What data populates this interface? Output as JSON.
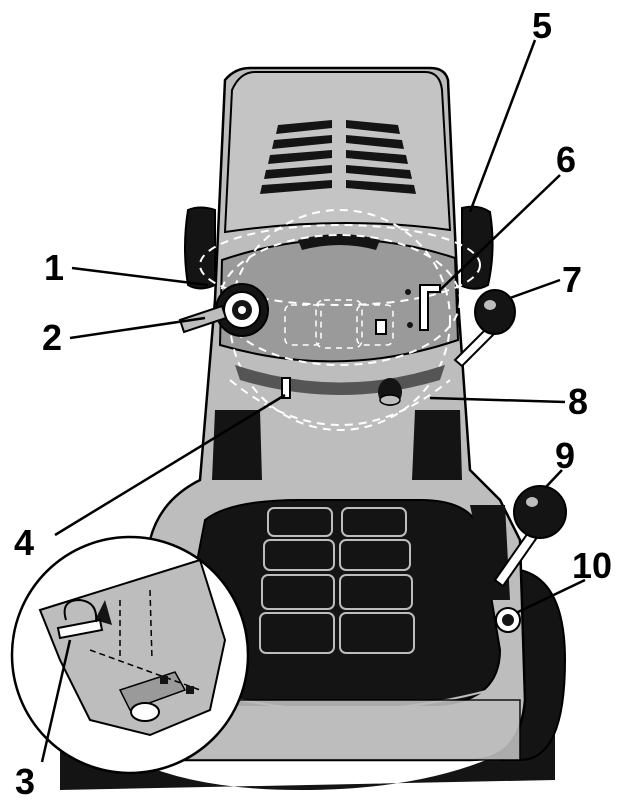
{
  "callouts": [
    {
      "id": "1",
      "label": "1"
    },
    {
      "id": "2",
      "label": "2"
    },
    {
      "id": "3",
      "label": "3"
    },
    {
      "id": "4",
      "label": "4"
    },
    {
      "id": "5",
      "label": "5"
    },
    {
      "id": "6",
      "label": "6"
    },
    {
      "id": "7",
      "label": "7"
    },
    {
      "id": "8",
      "label": "8"
    },
    {
      "id": "9",
      "label": "9"
    },
    {
      "id": "10",
      "label": "10"
    }
  ],
  "colors": {
    "body_gray": "#bdbdbd",
    "panel_gray": "#9a9a9a",
    "dark": "#141414",
    "line": "#000000",
    "dash": "#ffffff"
  }
}
